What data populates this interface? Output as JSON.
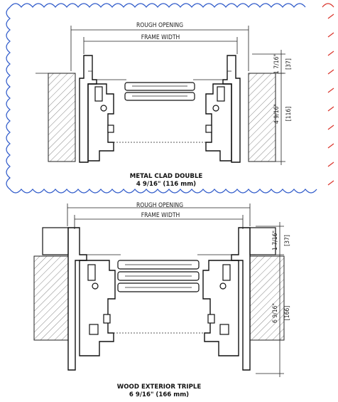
{
  "top_detail": {
    "rough_opening_label": "ROUGH OPENING",
    "frame_width_label": "FRAME WIDTH",
    "dim_upper_in": "1 7/16\"",
    "dim_upper_mm": "[37]",
    "dim_lower_in": "4 9/16\"",
    "dim_lower_mm": "[116]",
    "caption_title": "METAL CLAD DOUBLE",
    "caption_sub": "4 9/16\" (116 mm)"
  },
  "bottom_detail": {
    "rough_opening_label": "ROUGH OPENING",
    "frame_width_label": "FRAME WIDTH",
    "dim_upper_in": "1 7/16\"",
    "dim_upper_mm": "[37]",
    "dim_lower_in": "6 9/16\"",
    "dim_lower_mm": "[166]",
    "caption_title": "WOOD EXTERIOR TRIPLE",
    "caption_sub": "6 9/16\" (166 mm)"
  },
  "colors": {
    "revision_cloud": "#2b57c9",
    "revision_cloud_accent": "#d9342b",
    "linework": "#222222"
  }
}
